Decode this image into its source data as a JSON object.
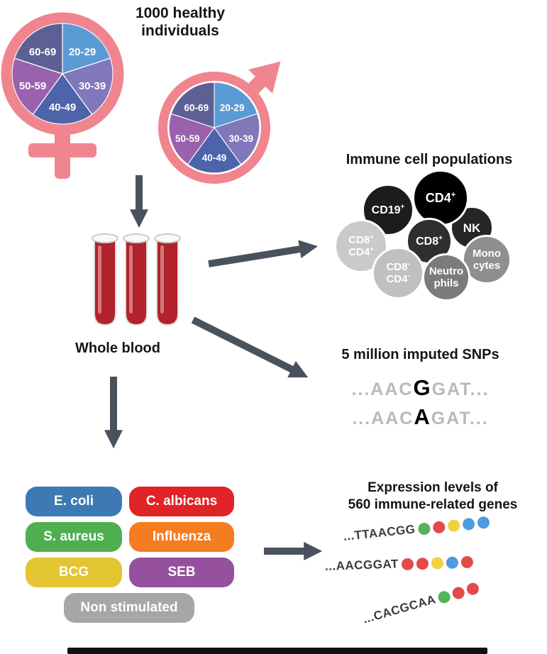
{
  "title": {
    "line1": "1000 healthy",
    "line2": "individuals"
  },
  "pie": {
    "segments": [
      {
        "label": "20-29",
        "color": "#5b9bd5"
      },
      {
        "label": "30-39",
        "color": "#8178bb"
      },
      {
        "label": "40-49",
        "color": "#4d63aa"
      },
      {
        "label": "50-59",
        "color": "#9a62ad"
      },
      {
        "label": "60-69",
        "color": "#5c6094"
      }
    ]
  },
  "whole_blood_label": "Whole blood",
  "immune_cells": {
    "title": "Immune cell populations",
    "items": [
      {
        "name": "CD19+",
        "color": "#1c1c1c",
        "lines": [
          {
            "text": "CD19",
            "sup": "+"
          }
        ]
      },
      {
        "name": "NK",
        "color": "#262626",
        "lines": [
          {
            "text": "NK"
          }
        ]
      },
      {
        "name": "CD4+",
        "color": "#000000",
        "lines": [
          {
            "text": "CD4",
            "sup": "+"
          }
        ]
      },
      {
        "name": "CD8+CD4+",
        "color": "#cacaca",
        "lines": [
          {
            "text": "CD8",
            "sup": "+"
          },
          {
            "text": "CD4",
            "sup": "+"
          }
        ]
      },
      {
        "name": "Monocytes",
        "color": "#8f8f8f",
        "lines": [
          {
            "text": "Mono"
          },
          {
            "text": "cytes"
          }
        ]
      },
      {
        "name": "CD8+",
        "color": "#2f2f2f",
        "lines": [
          {
            "text": "CD8",
            "sup": "+"
          }
        ]
      },
      {
        "name": "CD8-CD4-",
        "color": "#c0c0c0",
        "lines": [
          {
            "text": "CD8",
            "sup": "-"
          },
          {
            "text": "CD4",
            "sup": "-"
          }
        ]
      },
      {
        "name": "Neutrophils",
        "color": "#7b7b7b",
        "lines": [
          {
            "text": "Neutro"
          },
          {
            "text": "phils"
          }
        ]
      }
    ]
  },
  "snps": {
    "title": "5 million imputed SNPs",
    "sequences": [
      {
        "prefix": "...AAC",
        "variant": "G",
        "suffix": "GAT..."
      },
      {
        "prefix": "...AAC",
        "variant": "A",
        "suffix": "GAT..."
      }
    ]
  },
  "stimuli": {
    "items": [
      {
        "label": "E. coli",
        "color": "#3d7ab5"
      },
      {
        "label": "C. albicans",
        "color": "#e02327"
      },
      {
        "label": "S. aureus",
        "color": "#4faf50"
      },
      {
        "label": "Influenza",
        "color": "#f57c20"
      },
      {
        "label": "BCG",
        "color": "#e3c431"
      },
      {
        "label": "SEB",
        "color": "#95519e"
      },
      {
        "label": "Non stimulated",
        "color": "#a7a5a6"
      }
    ]
  },
  "expression": {
    "title_line1": "Expression levels of",
    "title_line2": "560 immune-related genes",
    "rows": [
      {
        "seq": "...TTAACGG",
        "beads": [
          "#56b356",
          "#e34b4b",
          "#efd23d",
          "#4d9be0",
          "#4d9be0"
        ]
      },
      {
        "seq": "...AACGGAT",
        "beads": [
          "#e34b4b",
          "#e34b4b",
          "#efd23d",
          "#4d9be0",
          "#e34b4b"
        ]
      },
      {
        "seq": "...CACGCAA",
        "beads": [
          "#56b356",
          "#e34b4b",
          "#e34b4b"
        ]
      }
    ]
  }
}
